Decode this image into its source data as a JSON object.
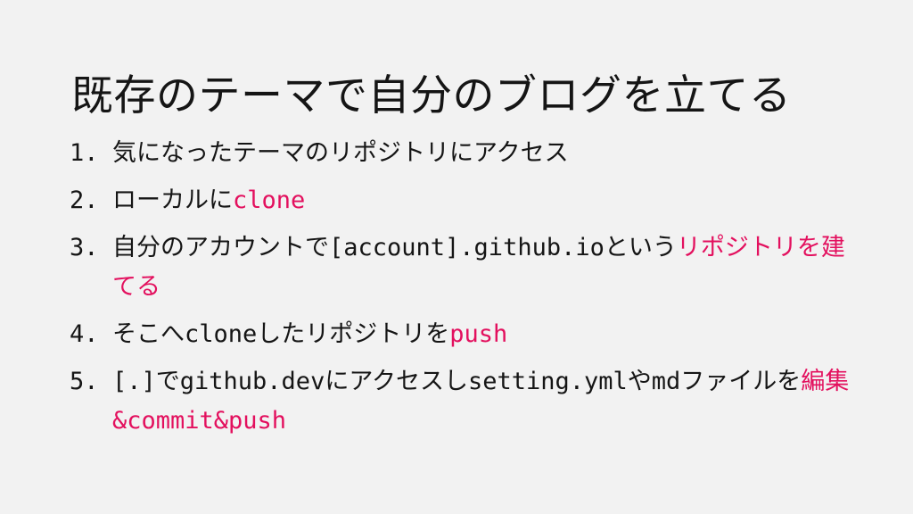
{
  "slide": {
    "background_color": "#f2f2f2",
    "text_color": "#151515",
    "accent_color": "#e3105e",
    "title": "既存のテーマで自分のブログを立てる",
    "items": [
      {
        "marker": "1.",
        "segments": [
          {
            "text": "気になったテーマのリポジトリにアクセス",
            "style": "plain"
          }
        ]
      },
      {
        "marker": "2.",
        "segments": [
          {
            "text": "ローカルに",
            "style": "plain"
          },
          {
            "text": "clone",
            "style": "accent"
          }
        ]
      },
      {
        "marker": "3.",
        "segments": [
          {
            "text": "自分のアカウントで[account].github.ioという",
            "style": "plain"
          },
          {
            "text": "リポジトリを建てる",
            "style": "accent"
          }
        ]
      },
      {
        "marker": "4.",
        "segments": [
          {
            "text": "そこへcloneしたリポジトリを",
            "style": "plain"
          },
          {
            "text": "push",
            "style": "accent"
          }
        ]
      },
      {
        "marker": "5.",
        "segments": [
          {
            "text": "[.]でgithub.devにアクセスしsetting.ymlやmdファイルを",
            "style": "plain"
          },
          {
            "text": "編集&commit&push",
            "style": "accent"
          }
        ]
      }
    ]
  }
}
